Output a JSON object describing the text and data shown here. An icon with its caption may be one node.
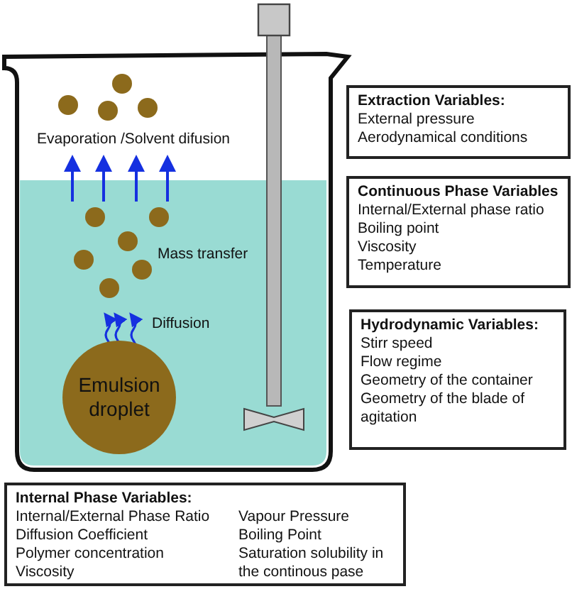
{
  "diagram": {
    "nodes": [
      {
        "text": [
          "Extraction Variables:",
          "External pressure",
          "Aerodynamical conditions"
        ]
      },
      {
        "text": [
          "Continuous Phase Variables",
          "Internal/External phase ratio",
          "Boiling point",
          "Viscosity",
          "Temperature"
        ]
      },
      {
        "text": [
          "Hydrodynamic Variables:",
          "Stirr speed",
          "Flow regime",
          "Geometry of the container",
          "Geometry of the blade of agitation"
        ]
      },
      {
        "text": [
          "Emulsion droplet"
        ]
      },
      {
        "text": [
          "Internal Phase Variables:",
          "Internal/External Phase Ratio",
          "Diffusion Coefficient",
          "Polymer concentration",
          "Viscosity",
          "Vapour Pressure",
          "Boiling Point",
          "Saturation solubility in the continous pase"
        ]
      }
    ],
    "labels": [
      "Evaporation /Solvent difusion",
      "Mass transfer",
      "Diffusion"
    ]
  }
}
